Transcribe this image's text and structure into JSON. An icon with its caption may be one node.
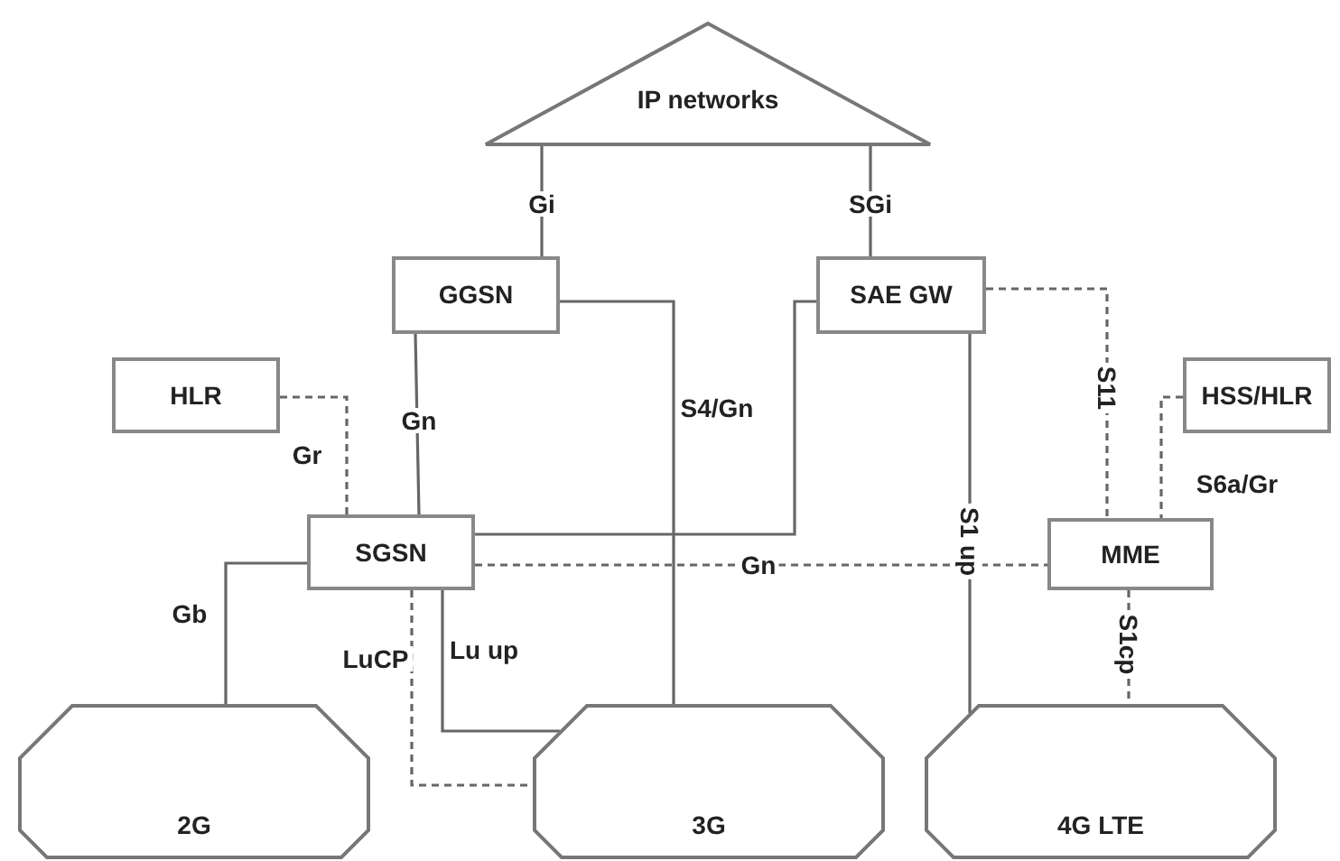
{
  "diagram": {
    "nodes": [
      {
        "text": [
          "IP networks"
        ]
      },
      {
        "text": [
          "GGSN"
        ]
      },
      {
        "text": [
          "SAE GW"
        ]
      },
      {
        "text": [
          "HLR"
        ]
      },
      {
        "text": [
          "HSS/HLR"
        ]
      },
      {
        "text": [
          "SGSN"
        ]
      },
      {
        "text": [
          "MME"
        ]
      },
      {
        "text": [
          "2G"
        ]
      },
      {
        "text": [
          "3G"
        ]
      },
      {
        "text": [
          "4G LTE"
        ]
      }
    ],
    "edges": [
      {
        "from": 0,
        "to": 1,
        "arrow": "none",
        "label": "Gi"
      },
      {
        "from": 0,
        "to": 2,
        "arrow": "none",
        "label": "SGi"
      },
      {
        "from": 1,
        "to": 5,
        "arrow": "none",
        "label": "Gn"
      },
      {
        "from": 1,
        "to": 8,
        "arrow": "none",
        "label": "S4/Gn"
      },
      {
        "from": 2,
        "to": 5,
        "arrow": "none"
      },
      {
        "from": 2,
        "to": 6,
        "arrow": "none",
        "label": "S11",
        "style": "dashed"
      },
      {
        "from": 2,
        "to": 9,
        "arrow": "none",
        "label": "S1 up"
      },
      {
        "from": 3,
        "to": 5,
        "arrow": "none",
        "label": "Gr",
        "style": "dashed"
      },
      {
        "from": 4,
        "to": 6,
        "arrow": "none",
        "label": "S6a/Gr",
        "style": "dashed"
      },
      {
        "from": 5,
        "to": 6,
        "arrow": "none",
        "label": "Gn",
        "style": "dashed"
      },
      {
        "from": 5,
        "to": 7,
        "arrow": "none",
        "label": "Gb"
      },
      {
        "from": 5,
        "to": 8,
        "arrow": "none",
        "label": "LuCP",
        "style": "dashed"
      },
      {
        "from": 5,
        "to": 8,
        "arrow": "none",
        "label": "Lu up"
      },
      {
        "from": 6,
        "to": 9,
        "arrow": "none",
        "label": "S1cp",
        "style": "dashed"
      }
    ]
  }
}
